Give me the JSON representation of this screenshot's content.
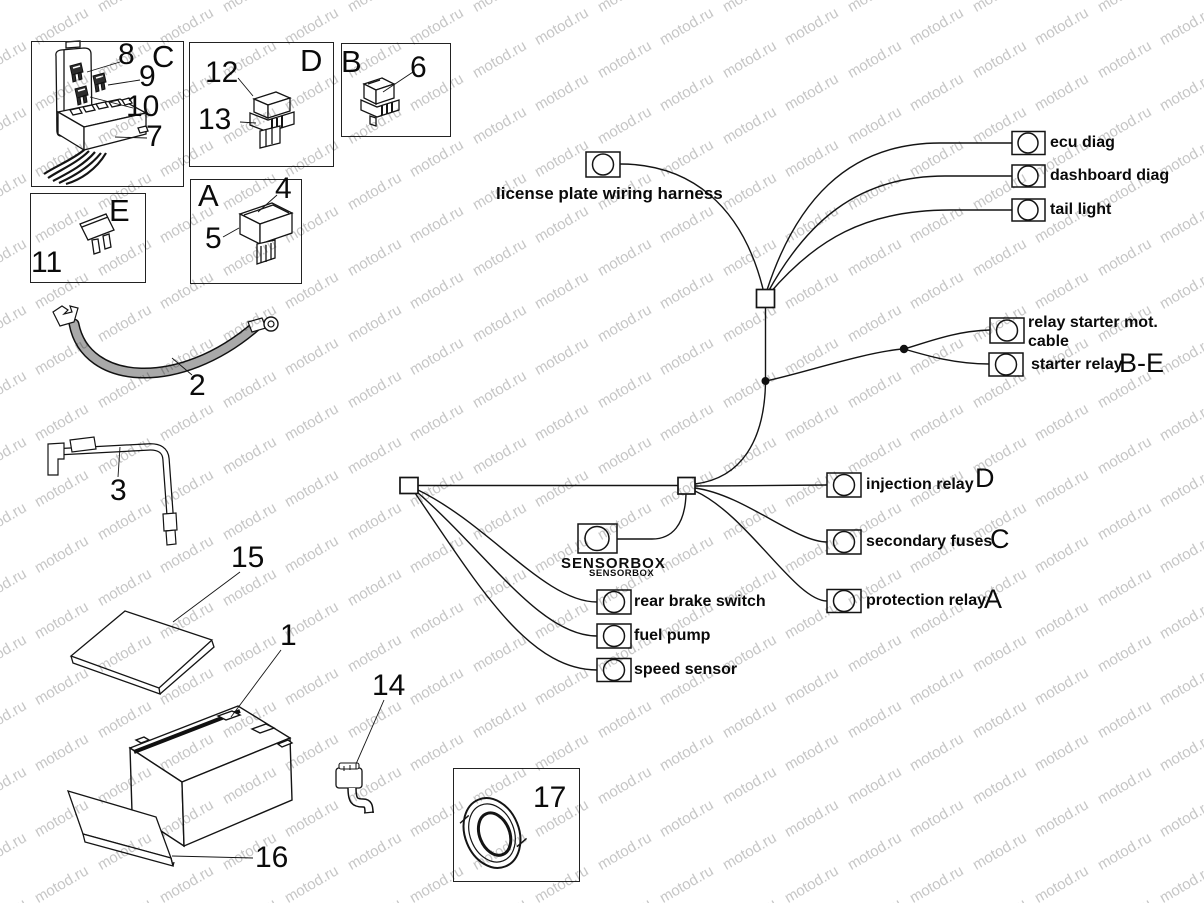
{
  "watermark": {
    "text": "motod.ru"
  },
  "boxes": {
    "c": {
      "letter": "C",
      "n7": "7",
      "n8": "8",
      "n9": "9",
      "n10": "10"
    },
    "d": {
      "letter": "D",
      "n12": "12",
      "n13": "13"
    },
    "b": {
      "letter": "B",
      "n6": "6"
    },
    "e": {
      "letter": "E",
      "n11": "11"
    },
    "a": {
      "letter": "A",
      "n4": "4",
      "n5": "5"
    },
    "grommet": {
      "n17": "17"
    }
  },
  "parts": {
    "n1": "1",
    "n2": "2",
    "n3": "3",
    "n14": "14",
    "n15": "15",
    "n16": "16"
  },
  "harness": {
    "license_plate": "license plate wiring harness",
    "ecu_diag": "ecu diag",
    "dashboard_diag": "dashboard diag",
    "tail_light": "tail light",
    "relay_starter_line1": "relay starter mot.",
    "relay_starter_line2": "cable",
    "starter_relay": "starter relay",
    "starter_relay_letter": "B-E",
    "injection_relay": "injection relay",
    "injection_relay_letter": "D",
    "secondary_fuses": "secondary fuses",
    "secondary_fuses_letter": "C",
    "protection_relay": "protection relay",
    "protection_relay_letter": "A",
    "sensorbox": "SENSORBOX",
    "sensorbox_small": "SENSORBOX",
    "rear_brake_switch": "rear brake switch",
    "fuel_pump": "fuel pump",
    "speed_sensor": "speed sensor"
  }
}
